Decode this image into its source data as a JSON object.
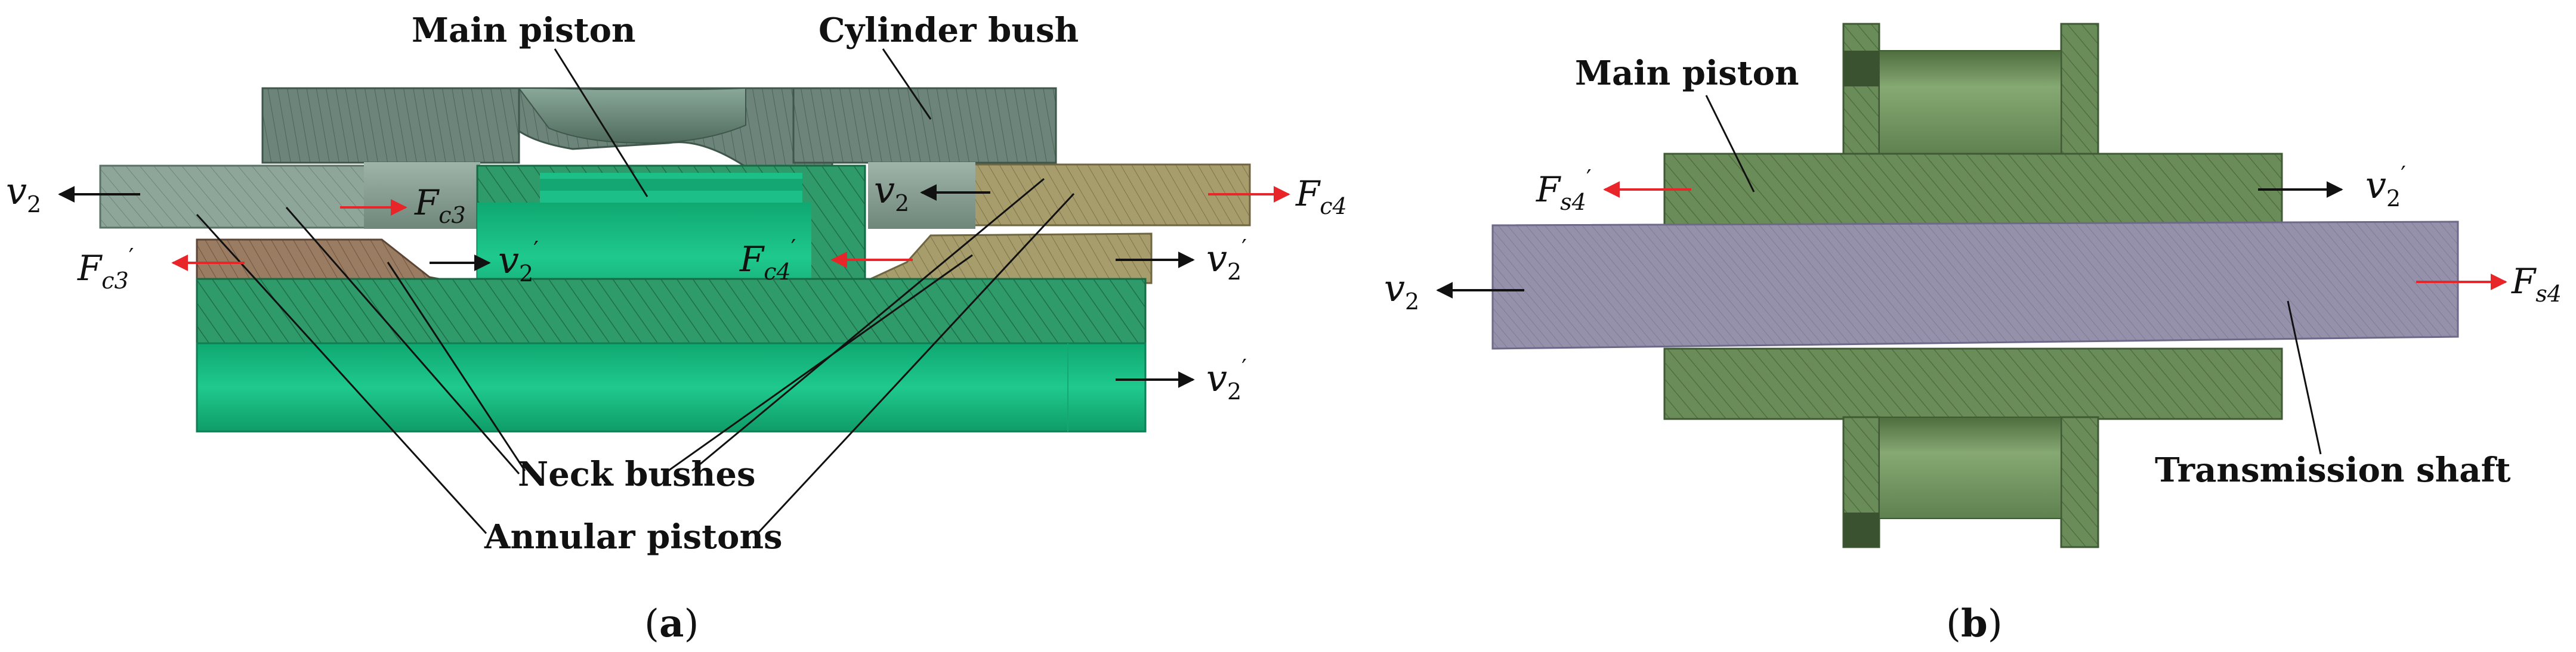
{
  "panel_a": {
    "caption_open": "(",
    "caption_letter": "a",
    "caption_close": ")",
    "labels": {
      "main_piston": "Main piston",
      "cylinder_bush": "Cylinder bush",
      "neck_bushes": "Neck bushes",
      "annular_pistons": "Annular pistons"
    },
    "symbols": {
      "v": "v",
      "v_sub": "2",
      "prime": "′",
      "F": "F",
      "c3": "c3",
      "c4": "c4"
    }
  },
  "panel_b": {
    "caption_open": "(",
    "caption_letter": "b",
    "caption_close": ")",
    "labels": {
      "main_piston": "Main piston",
      "transmission_shaft": "Transmission shaft"
    },
    "symbols": {
      "v": "v",
      "v_sub": "2",
      "prime": "′",
      "F": "F",
      "s4": "s4"
    }
  },
  "colors": {
    "force_arrow": "#e8262a",
    "velocity_arrow": "#111111",
    "green_bright": "#1fc48a",
    "green_dark_hatch": "#1a9e6a",
    "bush_grey": "#6f8a7c",
    "neck_grey": "#8fa79b",
    "annular_brown": "#9a7a5e",
    "annular_khaki": "#a39a6a",
    "piston_olive": "#6d8f5b",
    "shaft_lavender": "#8f8ba6"
  }
}
